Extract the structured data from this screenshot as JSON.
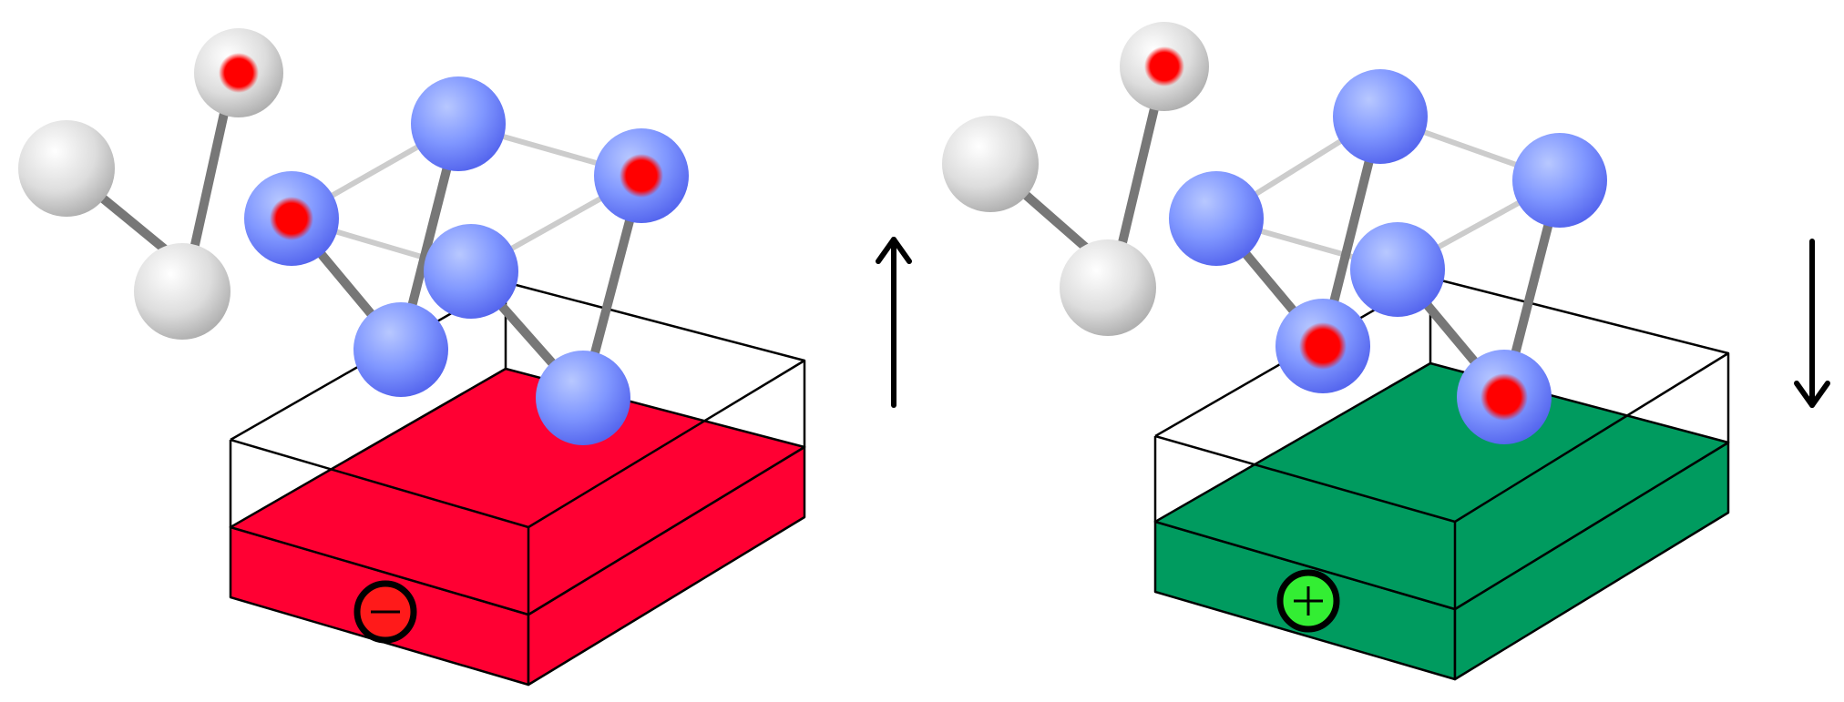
{
  "panels": [
    {
      "id": "left",
      "slab_color": "#ff0033",
      "charge_symbol": "−",
      "charge_fill": "#ff1a1a",
      "arrow_direction": "up"
    },
    {
      "id": "right",
      "slab_color": "#009b5f",
      "charge_symbol": "+",
      "charge_fill": "#33ee33",
      "arrow_direction": "down"
    }
  ],
  "colors": {
    "blue_atom": "#7f93ff",
    "grey_atom": "#d9d9d9",
    "red_core": "#ff0000",
    "bond_dark": "#777777",
    "bond_light": "#cccccc"
  }
}
